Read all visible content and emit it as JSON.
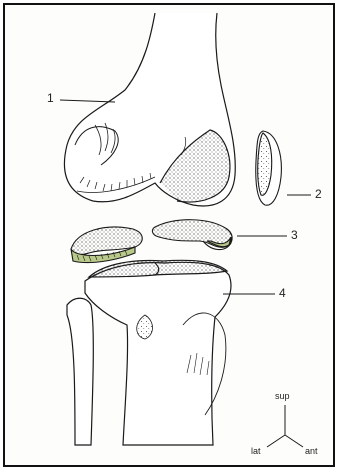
{
  "labels": {
    "femur": "1",
    "patella": "2",
    "menisci": "3",
    "tibia": "4"
  },
  "orientation": {
    "up": "sup",
    "left": "lat",
    "right": "ant"
  },
  "colors": {
    "meniscus_fill": "#b8c98a",
    "line": "#1a1a1a",
    "paper": "#fdfdfb"
  }
}
